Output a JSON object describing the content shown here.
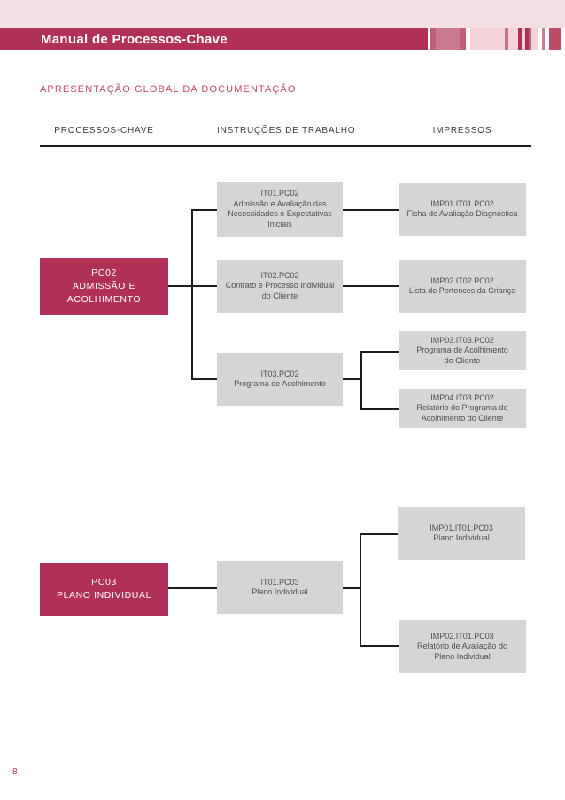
{
  "header": {
    "title": "Manual de Processos-Chave",
    "stripes": [
      {
        "w": 3,
        "c": "#ffffff"
      },
      {
        "w": 6,
        "c": "#c05f7c"
      },
      {
        "w": 27,
        "c": "#cb7b91"
      },
      {
        "w": 7,
        "c": "#c05f7c"
      },
      {
        "w": 5,
        "c": "#ffffff"
      },
      {
        "w": 39,
        "c": "#f0d4da"
      },
      {
        "w": 4,
        "c": "#c77187"
      },
      {
        "w": 11,
        "c": "#f0d4da"
      },
      {
        "w": 4,
        "c": "#b13058"
      },
      {
        "w": 4,
        "c": "#f0d4da"
      },
      {
        "w": 4,
        "c": "#b13058"
      },
      {
        "w": 3,
        "c": "#c05f7c"
      },
      {
        "w": 7,
        "c": "#f0d4da"
      },
      {
        "w": 5,
        "c": "#ffffff"
      },
      {
        "w": 3,
        "c": "#cb7b91"
      },
      {
        "w": 5,
        "c": "#ffffff"
      },
      {
        "w": 14,
        "c": "#bc4a6b"
      },
      {
        "w": 3,
        "c": "#ffffff"
      }
    ]
  },
  "section_title": "APRESENTAÇÃO GLOBAL DA DOCUMENTAÇÃO",
  "columns": {
    "processos": "PROCESSOS-CHAVE",
    "instrucoes": "INSTRUÇÕES DE TRABALHO",
    "impressos": "IMPRESSOS"
  },
  "colors": {
    "accent_crimson": "#b13058",
    "light_pink_band": "#f3dee3",
    "box_gray": "#d5d5d5",
    "line_black": "#1c1c1c",
    "section_title_pink": "#c04a68"
  },
  "diagram": {
    "boxes": {
      "pc02": {
        "lines": [
          "PC02",
          "ADMISSÃO E",
          "ACOLHIMENTO"
        ]
      },
      "it01_pc02": {
        "lines": [
          "IT01.PC02",
          "Admissão e Avaliação das",
          "Necessidades e Expectativas",
          "Iniciais"
        ]
      },
      "it02_pc02": {
        "lines": [
          "IT02.PC02",
          "Contrato e Processo Individual",
          "do Cliente"
        ]
      },
      "it03_pc02": {
        "lines": [
          "IT03.PC02",
          "Programa de Acolhimento"
        ]
      },
      "imp01_it01_pc02": {
        "lines": [
          "IMP01.IT01.PC02",
          "Ficha de Avaliação Diagnóstica"
        ]
      },
      "imp02_it02_pc02": {
        "lines": [
          "IMP02.IT02.PC02",
          "Lista de Pertences da Criança"
        ]
      },
      "imp03_it03_pc02": {
        "lines": [
          "IMP03.IT03.PC02",
          "Programa de Acolhimento",
          "do Cliente"
        ]
      },
      "imp04_it03_pc02": {
        "lines": [
          "IMP04.IT03.PC02",
          "Relatório do Programa de",
          "Acolhimento do Cliente"
        ]
      },
      "pc03": {
        "lines": [
          "PC03",
          "PLANO INDIVIDUAL"
        ]
      },
      "it01_pc03": {
        "lines": [
          "IT01.PC03",
          "Plano Individual"
        ]
      },
      "imp01_it01_pc03": {
        "lines": [
          "IMP01.IT01.PC03",
          "Plano Individual"
        ]
      },
      "imp02_it01_pc03": {
        "lines": [
          "IMP02.IT01.PC03",
          "Relatório de Avaliação do",
          "Plano Individual"
        ]
      }
    }
  },
  "page": {
    "number": "8"
  }
}
